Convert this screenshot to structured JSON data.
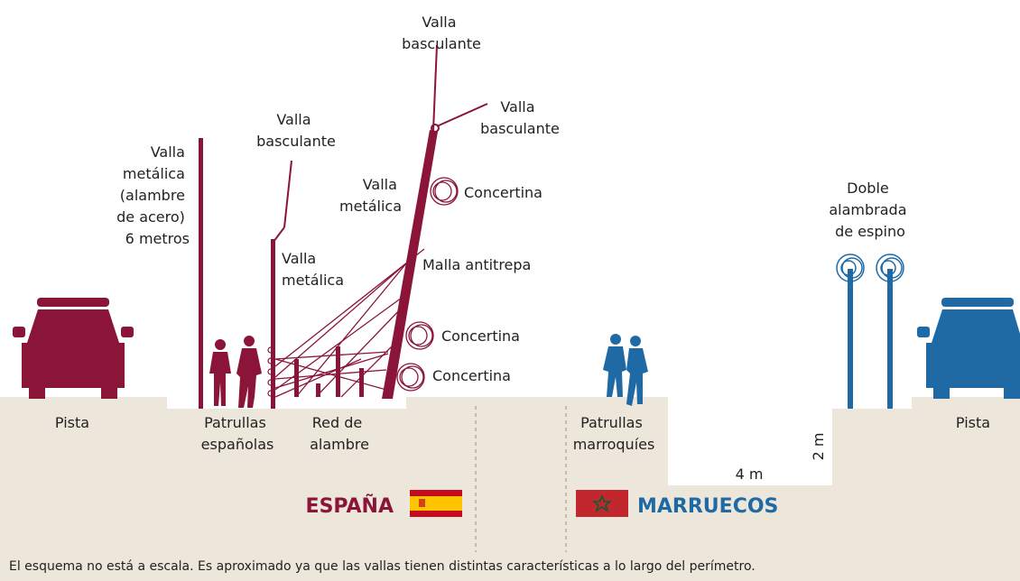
{
  "colors": {
    "spain": "#8a1538",
    "morocco": "#1f6aa5",
    "ground": "#ede6da",
    "text": "#222222",
    "flag_es_red": "#c60b1e",
    "flag_es_yellow": "#ffc400",
    "flag_ma_red": "#c1272d",
    "flag_ma_green": "#006233"
  },
  "spain_side": {
    "road_label": "Pista",
    "patrols_label": [
      "Patrullas",
      "españolas"
    ],
    "wire_net_label": [
      "Red de",
      "alambre"
    ],
    "metal_fence_6m_label": [
      "Valla",
      "metálica",
      "(alambre",
      "de acero)",
      "6 metros"
    ],
    "tilting_fence_1_label": [
      "Valla",
      "basculante"
    ],
    "metal_fence_2_label": [
      "Valla",
      "metálica"
    ],
    "metal_fence_3_label": [
      "Valla",
      "metálica"
    ],
    "tilting_fence_top_label": [
      "Valla",
      "basculante"
    ],
    "tilting_fence_right_label": [
      "Valla",
      "basculante"
    ],
    "anti_climb_label": "Malla antitrepa",
    "concertina_labels": [
      "Concertina",
      "Concertina",
      "Concertina"
    ],
    "country_label": "ESPAÑA"
  },
  "morocco_side": {
    "patrols_label": [
      "Patrullas",
      "marroquíes"
    ],
    "barbed_label": [
      "Doble",
      "alambrada",
      "de espino"
    ],
    "road_label": "Pista",
    "ditch_width_label": "4 m",
    "ditch_depth_label": "2 m",
    "country_label": "MARRUECOS"
  },
  "footnote": "El esquema no está a escala. Es aproximado ya que las vallas tienen distintas características a lo largo del perímetro."
}
